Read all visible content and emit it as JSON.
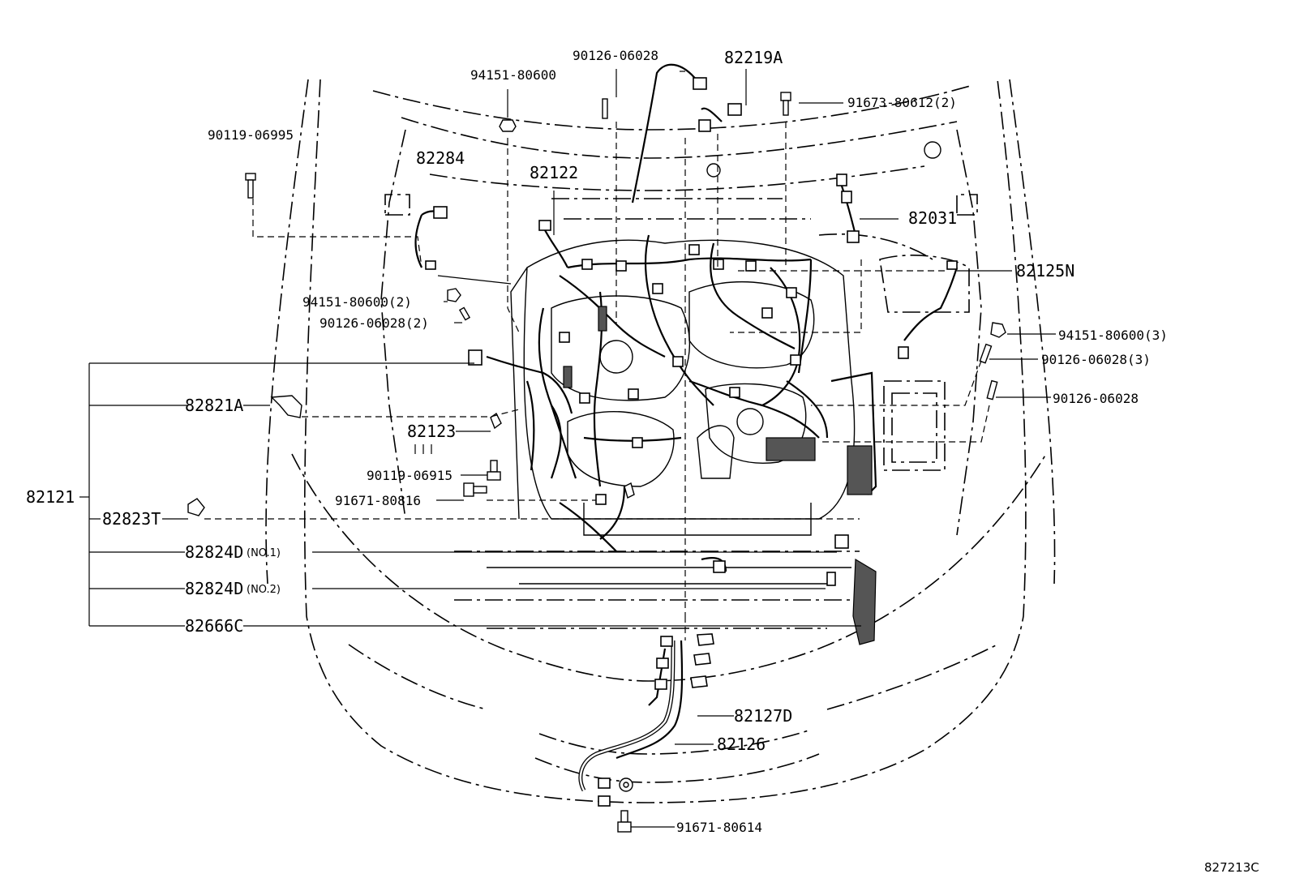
{
  "diagram_code": "827213C",
  "labels": {
    "p90126_06028_top": "90126-06028",
    "p82219A": "82219A",
    "p94151_80600_top": "94151-80600",
    "p91673_80612": "91673-80612(2)",
    "p90119_06995": "90119-06995",
    "p82284": "82284",
    "p82122": "82122",
    "p82031": "82031",
    "p82125N": "82125N",
    "p94151_80600_2": "94151-80600(2)",
    "p90126_06028_2": "90126-06028(2)",
    "p94151_80600_3": "94151-80600(3)",
    "p90126_06028_3": "90126-06028(3)",
    "p90126_06028_right": "90126-06028",
    "p82821A": "82821A",
    "p82123": "82123",
    "p90119_06915": "90119-06915",
    "p82121": "82121",
    "p91671_80816": "91671-80816",
    "p82823T": "82823T",
    "p82824D_1": "82824D",
    "p82824D_1_note": "(NO.1)",
    "p82824D_2": "82824D",
    "p82824D_2_note": "(NO.2)",
    "p82666C": "82666C",
    "p82127D": "82127D",
    "p82126": "82126",
    "p91671_80614": "91671-80614"
  }
}
